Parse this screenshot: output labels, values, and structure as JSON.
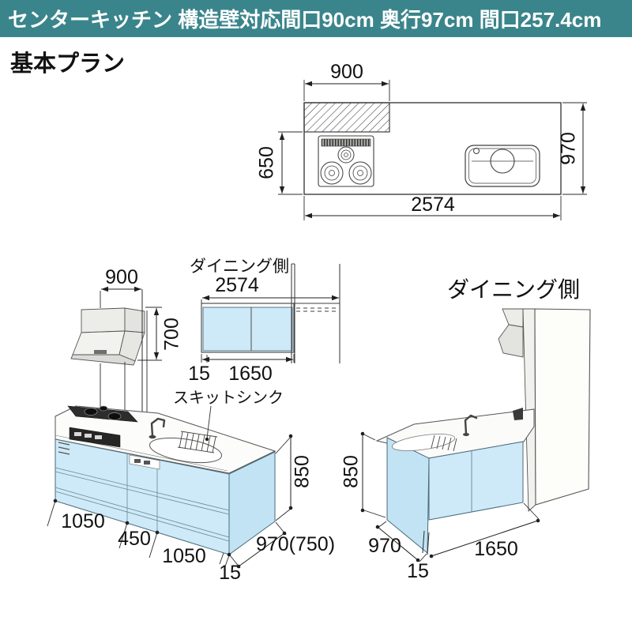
{
  "header": {
    "title": "センターキッチン 構造壁対応間口90cm 奥行97cm 間口257.4cm"
  },
  "page": {
    "heading": "基本プラン"
  },
  "plan_view": {
    "dim_top": "900",
    "dim_left": "650",
    "dim_right": "970",
    "dim_bottom": "2574"
  },
  "front_view": {
    "dim_hood_width": "900",
    "dim_hood_height": "700",
    "sink_label": "スキットシンク",
    "dim_seg1": "1050",
    "dim_seg2": "450",
    "dim_seg3": "1050",
    "dim_end_panel": "15",
    "dim_height": "850",
    "dim_depth": "970(750)"
  },
  "elevation_view": {
    "label": "ダイニング側",
    "dim_width": "2574",
    "dim_panel": "15",
    "dim_cabinet": "1650"
  },
  "dining_view": {
    "label": "ダイニング側",
    "dim_height": "850",
    "dim_depth": "970",
    "dim_panel": "15",
    "dim_width": "1650"
  },
  "colors": {
    "header_bg": "#3A858B",
    "cabinet_front": "#CEE9F7",
    "cabinet_side": "#C2E3F3",
    "hood_gray": "#ECECE8",
    "hood_gray_dark": "#E3E3DF",
    "line": "#3F3F3F"
  }
}
